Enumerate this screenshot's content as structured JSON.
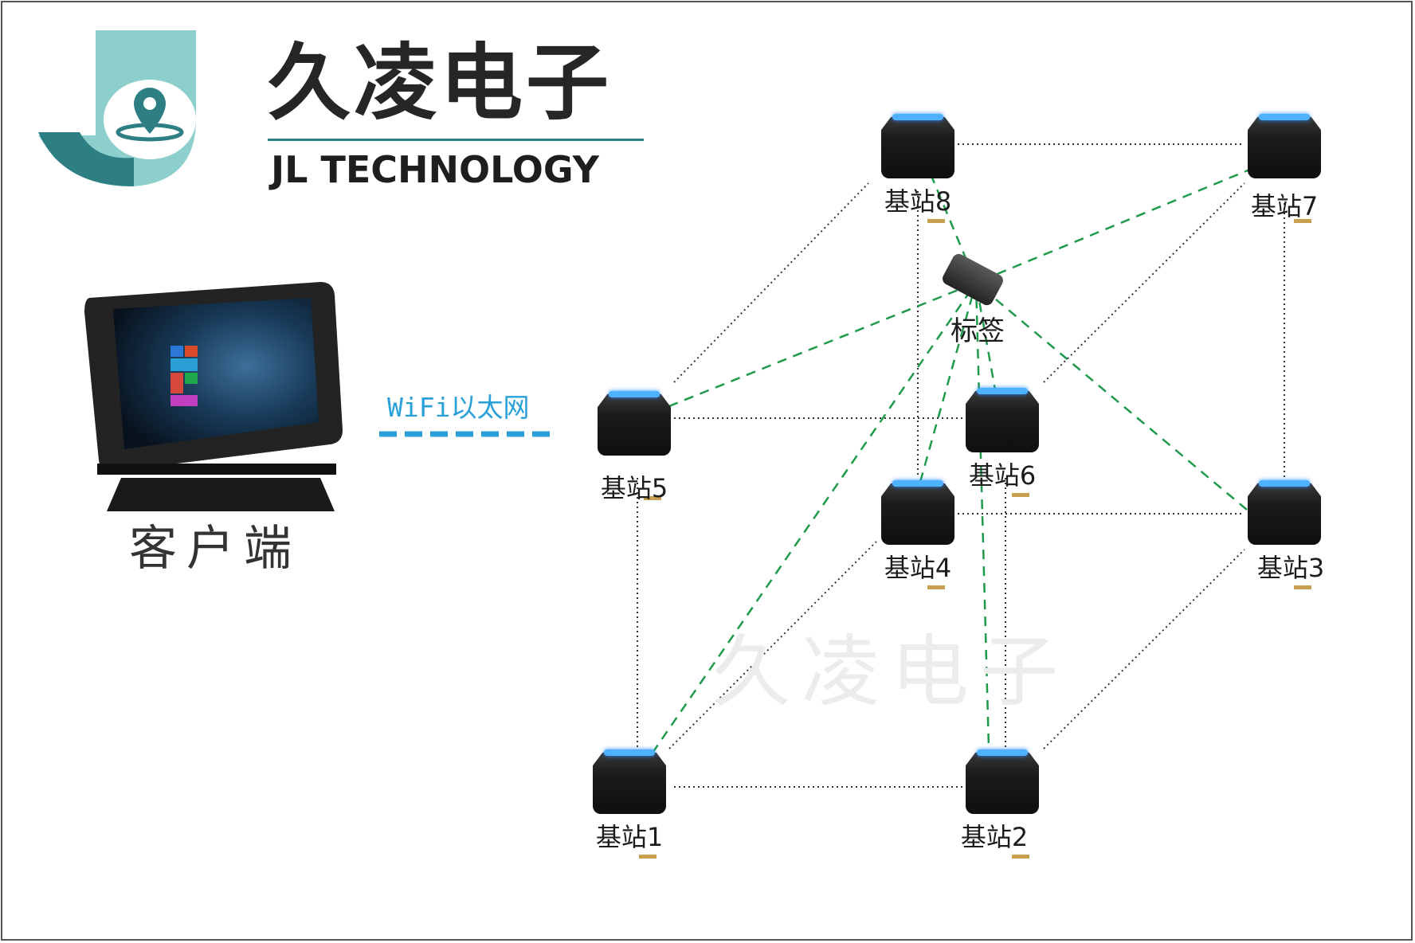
{
  "brand": {
    "name_cn": "久凌电子",
    "name_en": "JL TECHNOLOGY",
    "colors": {
      "teal_light": "#8dcfcc",
      "teal_dark": "#2e7f84",
      "text": "#262626"
    },
    "logo_icon": "location-pin-icon"
  },
  "client": {
    "label": "客户端",
    "device_icon": "rugged-tablet-icon"
  },
  "connection": {
    "label": "WiFi以太网",
    "color": "#2aa0d8"
  },
  "stations": [
    {
      "id": "1",
      "label": "基站1"
    },
    {
      "id": "2",
      "label": "基站2"
    },
    {
      "id": "3",
      "label": "基站3"
    },
    {
      "id": "4",
      "label": "基站4"
    },
    {
      "id": "5",
      "label": "基站5"
    },
    {
      "id": "6",
      "label": "基站6"
    },
    {
      "id": "7",
      "label": "基站7"
    },
    {
      "id": "8",
      "label": "基站8"
    }
  ],
  "tag": {
    "label": "标签"
  },
  "watermark": "久凌电子",
  "colors": {
    "ranging_line": "#1e9a4a",
    "structure_line": "#333333",
    "station_led": "#4fb2ff"
  }
}
